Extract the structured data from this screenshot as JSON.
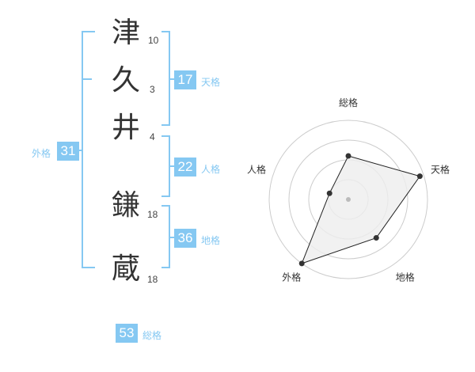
{
  "name_chars": [
    {
      "char": "津",
      "strokes": "10"
    },
    {
      "char": "久",
      "strokes": "3"
    },
    {
      "char": "井",
      "strokes": "4"
    },
    {
      "char": "鎌",
      "strokes": "18"
    },
    {
      "char": "蔵",
      "strokes": "18"
    }
  ],
  "kakusu": {
    "tenkaku": {
      "value": "17",
      "label": "天格"
    },
    "jinkaku": {
      "value": "22",
      "label": "人格"
    },
    "chikaku": {
      "value": "36",
      "label": "地格"
    },
    "gaikaku": {
      "value": "31",
      "label": "外格"
    },
    "soukaku": {
      "value": "53",
      "label": "総格"
    }
  },
  "colors": {
    "accent": "#85c8f2",
    "text": "#333333",
    "radar_fill": "#eeeeee"
  },
  "chart_data": {
    "type": "radar",
    "axes": [
      "総格",
      "天格",
      "地格",
      "外格",
      "人格"
    ],
    "values": [
      0.55,
      0.95,
      0.6,
      1.0,
      0.25
    ],
    "rings": 4
  }
}
